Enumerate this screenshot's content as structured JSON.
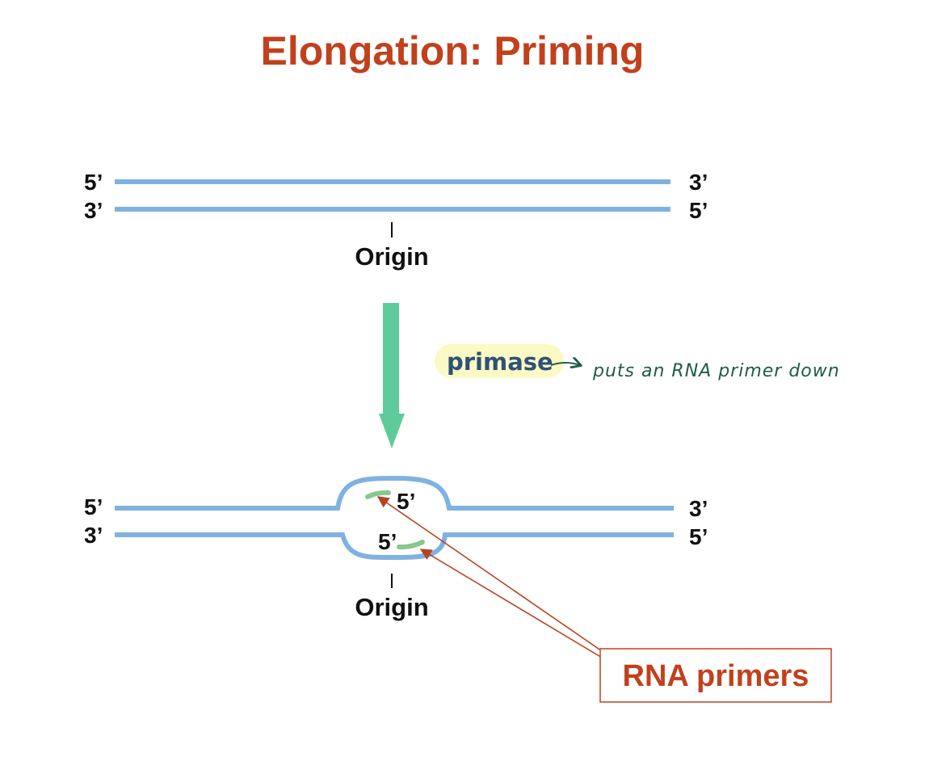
{
  "title": "Elongation: Priming",
  "top_duplex": {
    "left_top": "5’",
    "left_bottom": "3’",
    "right_top": "3’",
    "right_bottom": "5’",
    "origin": "Origin"
  },
  "step": {
    "enzyme": "primase",
    "handwritten_note": "puts an RNA primer down"
  },
  "bottom_duplex": {
    "left_top": "5’",
    "left_bottom": "3’",
    "right_top": "3’",
    "right_bottom": "5’",
    "bubble_top_primer_end": "5’",
    "bubble_bottom_primer_end": "5’",
    "origin": "Origin"
  },
  "callout": {
    "label": "RNA primers"
  },
  "colors": {
    "title": "#c1411d",
    "strand": "#7fb2e0",
    "primer": "#86c88e",
    "arrow": "#5fcb9a",
    "highlight": "#fbf9c4",
    "enzyme_text": "#2e5275",
    "note": "#1f5c45",
    "callout": "#c1411d"
  }
}
